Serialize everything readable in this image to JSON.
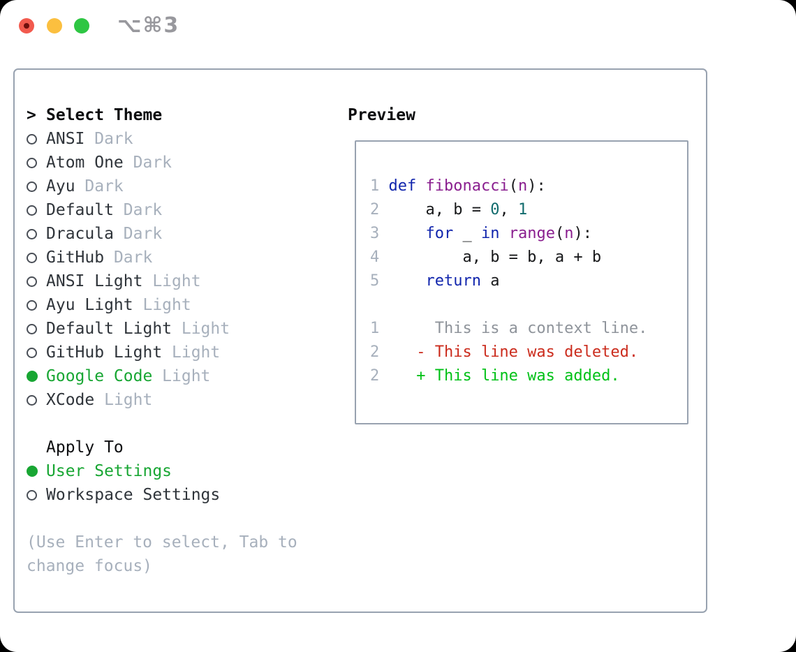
{
  "window": {
    "title": "⌥⌘3"
  },
  "colors": {
    "accent_green": "#18a633",
    "added_green": "#00c117",
    "deleted_red": "#cb2c1d",
    "keyword_blue": "#1226ad",
    "function_purple": "#8a1f8f",
    "number_teal": "#116b6d",
    "muted_gray": "#a7b0bc",
    "border_gray": "#98a2b0"
  },
  "theme_selector": {
    "header_marker": ">",
    "header": "Select Theme",
    "items": [
      {
        "name": "ANSI",
        "tag": "Dark",
        "selected": false
      },
      {
        "name": "Atom One",
        "tag": "Dark",
        "selected": false
      },
      {
        "name": "Ayu",
        "tag": "Dark",
        "selected": false
      },
      {
        "name": "Default",
        "tag": "Dark",
        "selected": false
      },
      {
        "name": "Dracula",
        "tag": "Dark",
        "selected": false
      },
      {
        "name": "GitHub",
        "tag": "Dark",
        "selected": false
      },
      {
        "name": "ANSI Light",
        "tag": "Light",
        "selected": false
      },
      {
        "name": "Ayu Light",
        "tag": "Light",
        "selected": false
      },
      {
        "name": "Default Light",
        "tag": "Light",
        "selected": false
      },
      {
        "name": "GitHub Light",
        "tag": "Light",
        "selected": false
      },
      {
        "name": "Google Code",
        "tag": "Light",
        "selected": true
      },
      {
        "name": "XCode",
        "tag": "Light",
        "selected": false
      }
    ]
  },
  "apply_to": {
    "header": "Apply To",
    "options": [
      {
        "name": "User Settings",
        "selected": true
      },
      {
        "name": "Workspace Settings",
        "selected": false
      }
    ]
  },
  "help_text": "(Use Enter to select, Tab to change focus)",
  "preview": {
    "title": "Preview",
    "lines": [
      {
        "tokens": [
          {
            "c": "ln",
            "t": "1 "
          },
          {
            "c": "kw",
            "t": "def"
          },
          {
            "c": "pl",
            "t": " "
          },
          {
            "c": "fn",
            "t": "fibonacci"
          },
          {
            "c": "pl",
            "t": "("
          },
          {
            "c": "fn",
            "t": "n"
          },
          {
            "c": "pl",
            "t": "):"
          }
        ]
      },
      {
        "tokens": [
          {
            "c": "ln",
            "t": "2 "
          },
          {
            "c": "pl",
            "t": "    a, b = "
          },
          {
            "c": "nm",
            "t": "0"
          },
          {
            "c": "pl",
            "t": ", "
          },
          {
            "c": "nm",
            "t": "1"
          }
        ]
      },
      {
        "tokens": [
          {
            "c": "ln",
            "t": "3 "
          },
          {
            "c": "pl",
            "t": "    "
          },
          {
            "c": "kw",
            "t": "for"
          },
          {
            "c": "pl",
            "t": " _ "
          },
          {
            "c": "kw",
            "t": "in"
          },
          {
            "c": "pl",
            "t": " "
          },
          {
            "c": "fn",
            "t": "range"
          },
          {
            "c": "pl",
            "t": "("
          },
          {
            "c": "fn",
            "t": "n"
          },
          {
            "c": "pl",
            "t": "):"
          }
        ]
      },
      {
        "tokens": [
          {
            "c": "ln",
            "t": "4 "
          },
          {
            "c": "pl",
            "t": "        a, b = b, a + b"
          }
        ]
      },
      {
        "tokens": [
          {
            "c": "ln",
            "t": "5 "
          },
          {
            "c": "pl",
            "t": "    "
          },
          {
            "c": "kw",
            "t": "return"
          },
          {
            "c": "pl",
            "t": " a"
          }
        ]
      },
      {
        "tokens": []
      },
      {
        "tokens": [
          {
            "c": "ln",
            "t": "1"
          },
          {
            "c": "ctx",
            "t": "      This is a context line."
          }
        ]
      },
      {
        "tokens": [
          {
            "c": "ln",
            "t": "2"
          },
          {
            "c": "del",
            "t": "    - This line was deleted."
          }
        ]
      },
      {
        "tokens": [
          {
            "c": "ln",
            "t": "2"
          },
          {
            "c": "add",
            "t": "    + This line was added."
          }
        ]
      }
    ]
  }
}
